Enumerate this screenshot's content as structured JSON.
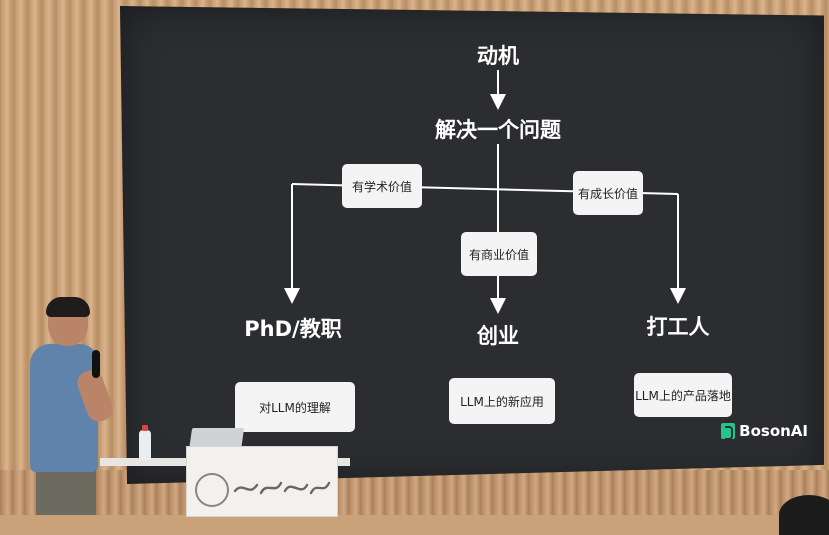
{
  "slide": {
    "top": "动机",
    "middle": "解决一个问题",
    "edge_left": "有学术价值",
    "edge_center": "有商业价值",
    "edge_right": "有成长价值",
    "target_left": "PhD/教职",
    "target_center": "创业",
    "target_right": "打工人",
    "detail_left": "对LLM的理解",
    "detail_center": "LLM上的新应用",
    "detail_right": "LLM上的产品落地",
    "logo": "BosonAI"
  },
  "colors": {
    "screen_bg": "#2b2d30",
    "node_text": "#ffffff",
    "box_bg": "#f4f4f4",
    "logo_accent": "#23c48e"
  },
  "icons": [
    "bosonai-logo-icon",
    "university-emblem-icon"
  ]
}
